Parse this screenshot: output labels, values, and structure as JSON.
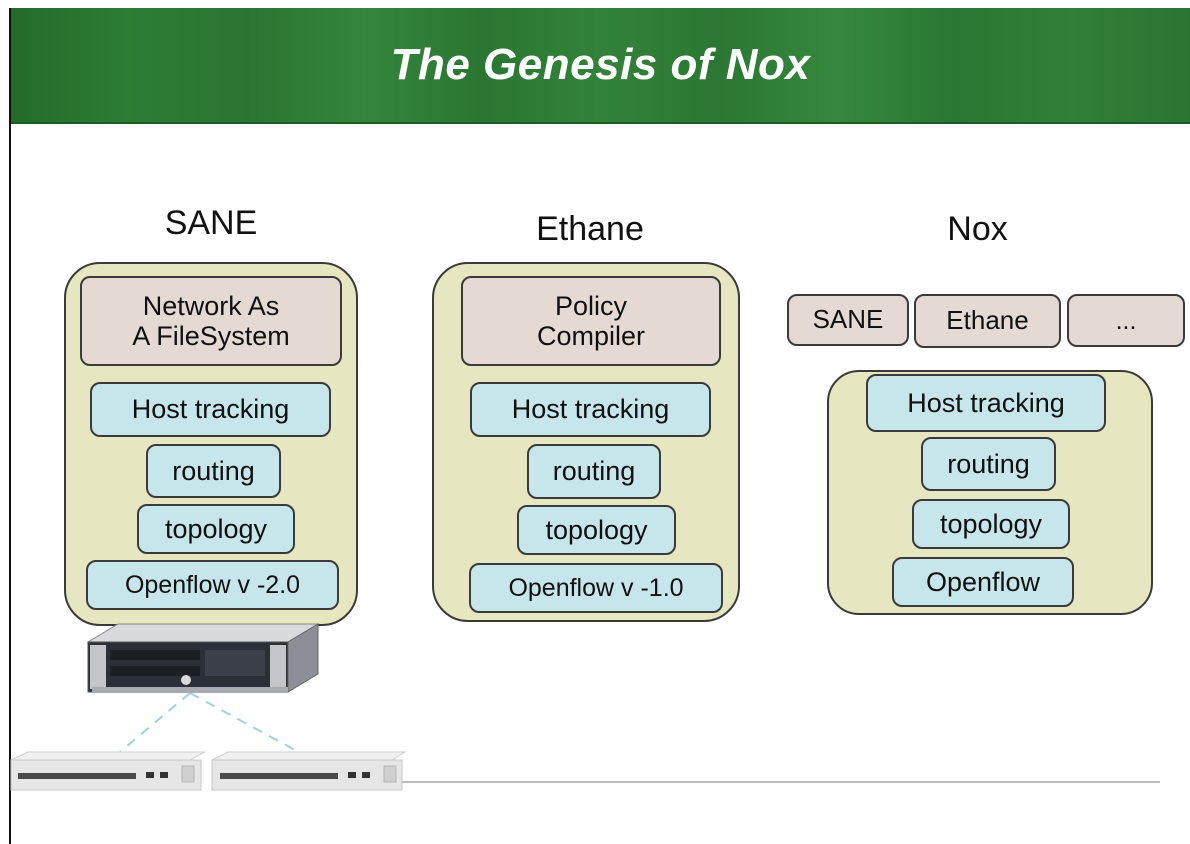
{
  "slide": {
    "title": "The Genesis of Nox"
  },
  "sane": {
    "title": "SANE",
    "layers": {
      "filesystem": "Network As\nA FileSystem",
      "host_tracking": "Host tracking",
      "routing": "routing",
      "topology": "topology",
      "openflow": "Openflow v -2.0"
    }
  },
  "ethane": {
    "title": "Ethane",
    "layers": {
      "policy": "Policy\nCompiler",
      "host_tracking": "Host tracking",
      "routing": "routing",
      "topology": "topology",
      "openflow": "Openflow v -1.0"
    }
  },
  "nox": {
    "title": "Nox",
    "apps": {
      "sane": "SANE",
      "ethane": "Ethane",
      "more": "..."
    },
    "layers": {
      "host_tracking": "Host tracking",
      "routing": "routing",
      "topology": "topology",
      "openflow": "Openflow"
    }
  },
  "colors": {
    "header_green": "#2a7532",
    "stack_fill": "#e6e6c0",
    "app_box_fill": "#e5d9d4",
    "layer_box_fill": "#c7e6eb"
  }
}
